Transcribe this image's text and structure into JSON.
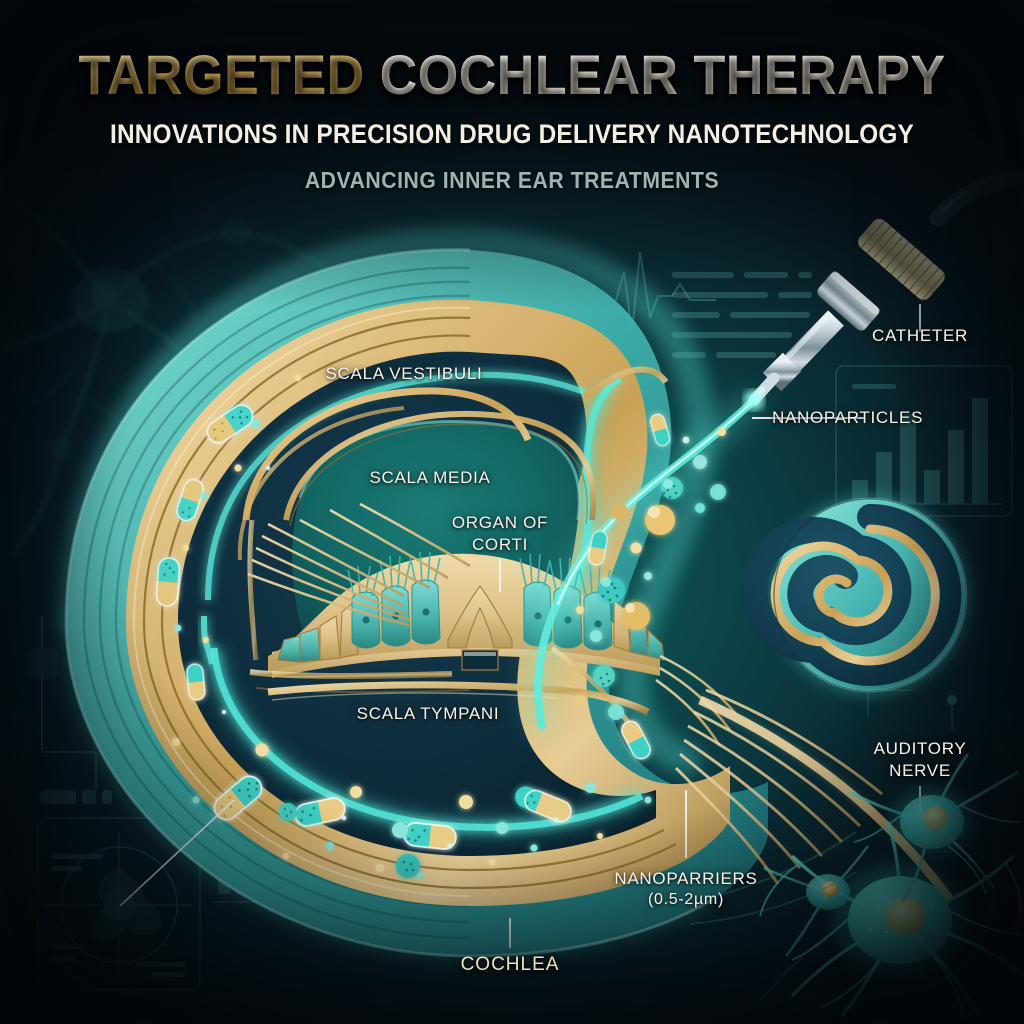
{
  "header": {
    "title_part_gold": "TARGETED",
    "title_part_cream": "COCHLEAR THERAPY",
    "subtitle_1": "INNOVATIONS IN PRECISION DRUG DELIVERY NANOTECHNOLOGY",
    "subtitle_2": "ADVANCING INNER EAR TREATMENTS"
  },
  "labels": {
    "scala_vestibuli": "SCALA VESTIBULI",
    "scala_media": "SCALA MEDIA",
    "organ_of_corti_line1": "ORGAN OF",
    "organ_of_corti_line2": "CORTI",
    "scala_tympani": "SCALA TYMPANI",
    "catheter": "CATHETER",
    "nanoparticles": "NANOPARTICLES",
    "auditory_nerve_line1": "AUDITORY",
    "auditory_nerve_line2": "NERVE",
    "nanocarriers": "NANOPARRIERS",
    "nanocarriers_size": "(0.5-2µm)",
    "cochlea": "COCHLEA"
  },
  "colors": {
    "background_dark": "#071016",
    "background_teal": "#115b5b",
    "accent_gold": "#d7b463",
    "accent_cream": "#f3ecdc",
    "accent_cyan": "#5ff0e0",
    "label_white": "#f6f3ea",
    "label_gold": "#efe3bd",
    "subtitle_muted": "#9db4b1",
    "duct_dark": "#0d2a3a",
    "tissue_gold": "#e3c98f",
    "cell_teal": "#54c4bd"
  },
  "icon_names": [
    "catheter-needle-icon",
    "nanoparticle-capsule-icon",
    "nanoparticle-sphere-icon",
    "neuron-icon",
    "cochlea-spiral-icon",
    "ecg-waveform-icon",
    "target-reticle-icon",
    "bar-chart-hud-icon"
  ],
  "diagram": {
    "type": "medical-infographic",
    "subject": "Cochlea cross-section with targeted nanoparticle drug delivery",
    "annotated_parts": [
      "SCALA VESTIBULI",
      "SCALA MEDIA",
      "ORGAN OF CORTI",
      "SCALA TYMPANI",
      "CATHETER",
      "NANOPARTICLES",
      "AUDITORY NERVE",
      "NANOPARRIERS (0.5-2µm)",
      "COCHLEA"
    ]
  }
}
